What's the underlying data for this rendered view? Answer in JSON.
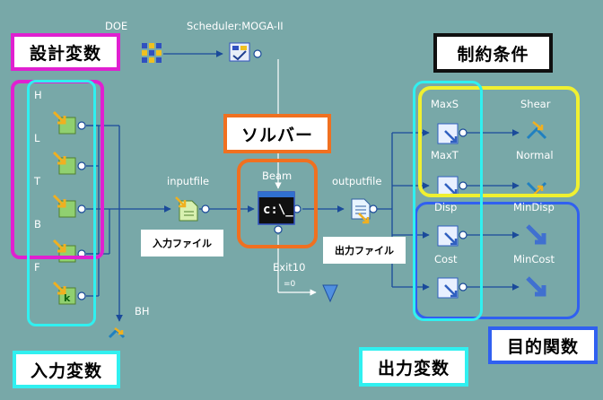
{
  "callouts": {
    "design_variables": "設計変数",
    "constraints": "制約条件",
    "solver": "ソルバー",
    "objectives": "目的関数",
    "input_variables": "入力変数",
    "output_variables": "出力変数"
  },
  "tags": {
    "input_file": "入力ファイル",
    "output_file": "出力ファイル"
  },
  "nodes": {
    "doe": "DOE",
    "scheduler": "Scheduler:MOGA-II",
    "beam": "Beam",
    "console_text": "c:\\_",
    "exit": "Exit10",
    "exit_value": "=0",
    "inputfile": "inputfile",
    "outputfile": "outputfile",
    "bh": "BH"
  },
  "input_variables": [
    "H",
    "L",
    "T",
    "B",
    "F"
  ],
  "outputs": {
    "maxs": "MaxS",
    "maxt": "MaxT",
    "disp": "Disp",
    "cost": "Cost",
    "shear": "Shear",
    "normal": "Normal",
    "mindisp": "MinDisp",
    "mincost": "MinCost"
  },
  "colors": {
    "background": "#78a8a8",
    "magenta": "#e020d0",
    "cyan": "#30f0f0",
    "orange": "#f07020",
    "yellow": "#f0f030",
    "blue": "#3060f0",
    "wire": "#1a4a9a"
  }
}
